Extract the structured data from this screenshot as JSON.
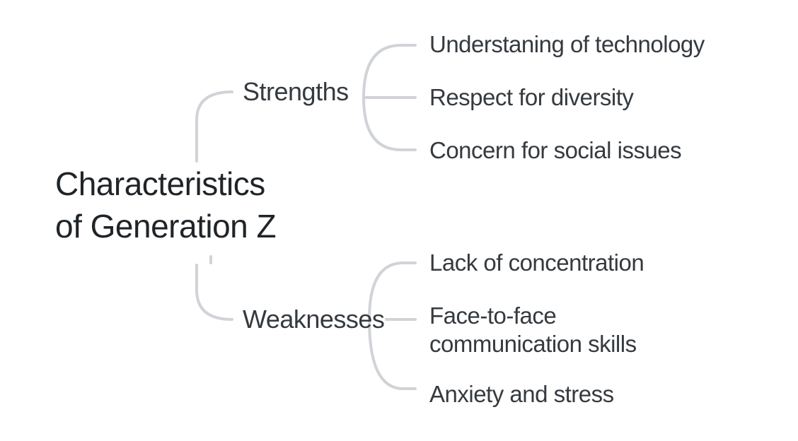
{
  "root": {
    "lines": [
      "Characteristics",
      "of Generation Z"
    ]
  },
  "branches": [
    {
      "label": "Strengths",
      "children": [
        "Understaning of technology",
        "Respect for diversity",
        "Concern for social issues"
      ]
    },
    {
      "label": "Weaknesses",
      "children": [
        "Lack of concentration",
        [
          "Face-to-face",
          "communication skills"
        ],
        "Anxiety and stress"
      ]
    }
  ],
  "colors": {
    "connector": "#d0d3d7",
    "text": "#353a3f",
    "root_text": "#1f2428"
  }
}
